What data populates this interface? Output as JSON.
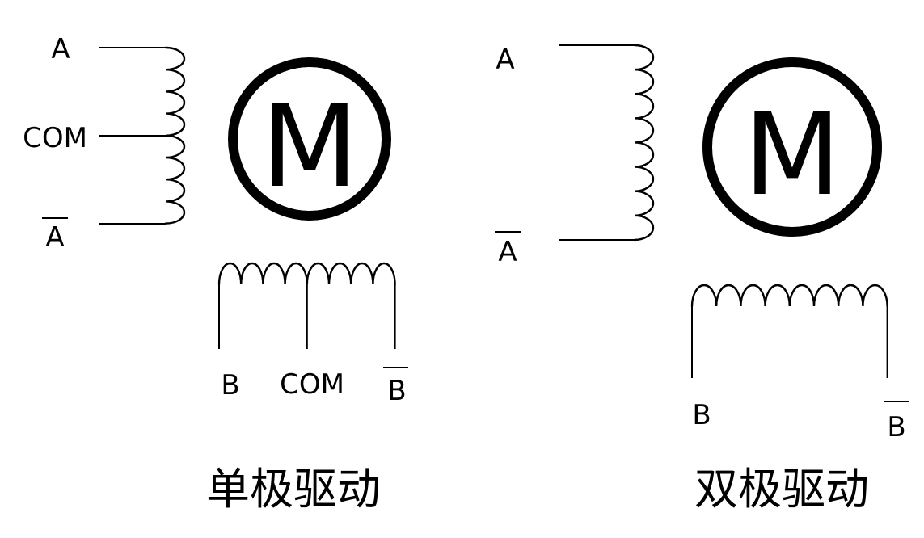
{
  "unipolar": {
    "motor_label": "M",
    "winding_a": {
      "top_label": "A",
      "center_label": "COM",
      "bottom_label": "A"
    },
    "winding_b": {
      "left_label": "B",
      "center_label": "COM",
      "right_label": "B"
    },
    "caption": "单极驱动"
  },
  "bipolar": {
    "motor_label": "M",
    "winding_a": {
      "top_label": "A",
      "bottom_label": "A"
    },
    "winding_b": {
      "left_label": "B",
      "right_label": "B"
    },
    "caption": "双极驱动"
  }
}
